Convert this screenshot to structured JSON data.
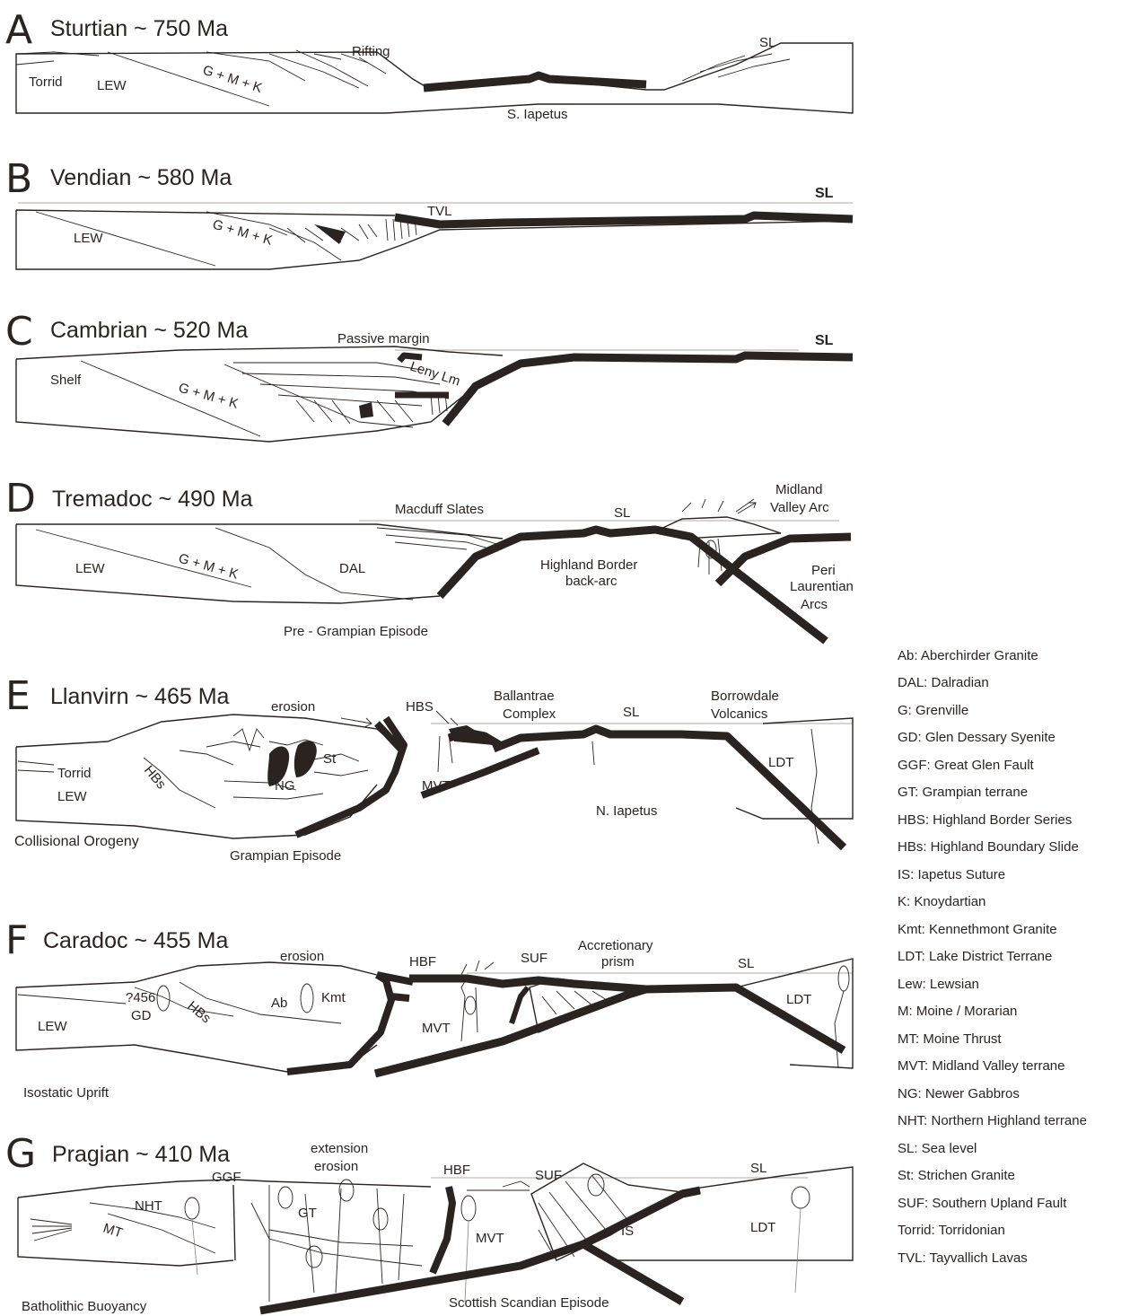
{
  "panels": [
    {
      "letter": "A",
      "title": "Sturtian ~ 750 Ma",
      "labels": {
        "torrid": "Torrid",
        "lew": "LEW",
        "gmk": "G + M + K",
        "rifting": "Rifting",
        "sl": "SL",
        "iapetus": "S. Iapetus"
      }
    },
    {
      "letter": "B",
      "title": "Vendian ~ 580 Ma",
      "labels": {
        "lew": "LEW",
        "gmk": "G + M + K",
        "tvl": "TVL",
        "sl": "SL"
      }
    },
    {
      "letter": "C",
      "title": "Cambrian ~ 520 Ma",
      "labels": {
        "passive": "Passive margin",
        "sl": "SL",
        "leny": "Leny Lm",
        "shelf": "Shelf",
        "gmk": "G + M + K"
      }
    },
    {
      "letter": "D",
      "title": "Tremadoc ~ 490 Ma",
      "labels": {
        "macduff": "Macduff Slates",
        "sl": "SL",
        "midland1": "Midland",
        "midland2": "Valley Arc",
        "lew": "LEW",
        "gmk": "G + M + K",
        "dal": "DAL",
        "hb1": "Highland Border",
        "hb2": "back-arc",
        "peri1": "Peri",
        "peri2": "Laurentian",
        "peri3": "Arcs",
        "episode": "Pre - Grampian Episode"
      }
    },
    {
      "letter": "E",
      "title": "Llanvirn ~ 465 Ma",
      "labels": {
        "erosion": "erosion",
        "hbs": "HBS",
        "ball1": "Ballantrae",
        "ball2": "Complex",
        "sl": "SL",
        "borr1": "Borrowdale",
        "borr2": "Volcanics",
        "torrid": "Torrid",
        "lew": "LEW",
        "hbs2": "HBs",
        "st": "St",
        "ng": "NG",
        "mvt": "MVT",
        "ldt": "LDT",
        "iapetus": "N. Iapetus",
        "collisional": "Collisional Orogeny",
        "episode": "Grampian Episode"
      }
    },
    {
      "letter": "F",
      "title": "Caradoc ~ 455 Ma",
      "labels": {
        "erosion": "erosion",
        "hbf": "HBF",
        "suf": "SUF",
        "acc1": "Accretionary",
        "acc2": "prism",
        "sl": "SL",
        "gd1": "?456",
        "gd2": "GD",
        "hbs": "HBs",
        "ab": "Ab",
        "kmt": "Kmt",
        "lew": "LEW",
        "mvt": "MVT",
        "ldt": "LDT",
        "uplift": "Isostatic Uprift"
      }
    },
    {
      "letter": "G",
      "title": "Pragian ~ 410 Ma",
      "labels": {
        "ext1": "extension",
        "ext2": "erosion",
        "ggf": "GGF",
        "hbf": "HBF",
        "suf": "SUF",
        "sl": "SL",
        "nht": "NHT",
        "mt": "MT",
        "gt": "GT",
        "mvt": "MVT",
        "is": "IS",
        "ldt": "LDT",
        "buoyancy": "Batholithic Buoyancy",
        "episode": "Scottish Scandian Episode"
      }
    }
  ],
  "legend": [
    "Ab: Aberchirder Granite",
    "DAL: Dalradian",
    "G: Grenville",
    "GD: Glen Dessary Syenite",
    "GGF: Great Glen Fault",
    "GT: Grampian terrane",
    "HBS: Highland Border Series",
    "HBs: Highland Boundary Slide",
    "IS: Iapetus Suture",
    "K: Knoydartian",
    "Kmt: Kennethmont Granite",
    "LDT: Lake District Terrane",
    "Lew: Lewsian",
    "M: Moine / Morarian",
    "MT: Moine Thrust",
    "MVT: Midland Valley terrane",
    "NG: Newer Gabbros",
    "NHT: Northern Highland terrane",
    "SL: Sea level",
    "St: Strichen Granite",
    "SUF: Southern Upland Fault",
    "Torrid: Torridonian",
    "TVL: Tayvallich Lavas"
  ],
  "colors": {
    "ink": "#2b2320",
    "sea_level": "#b0a8a3",
    "background": "#ffffff"
  }
}
